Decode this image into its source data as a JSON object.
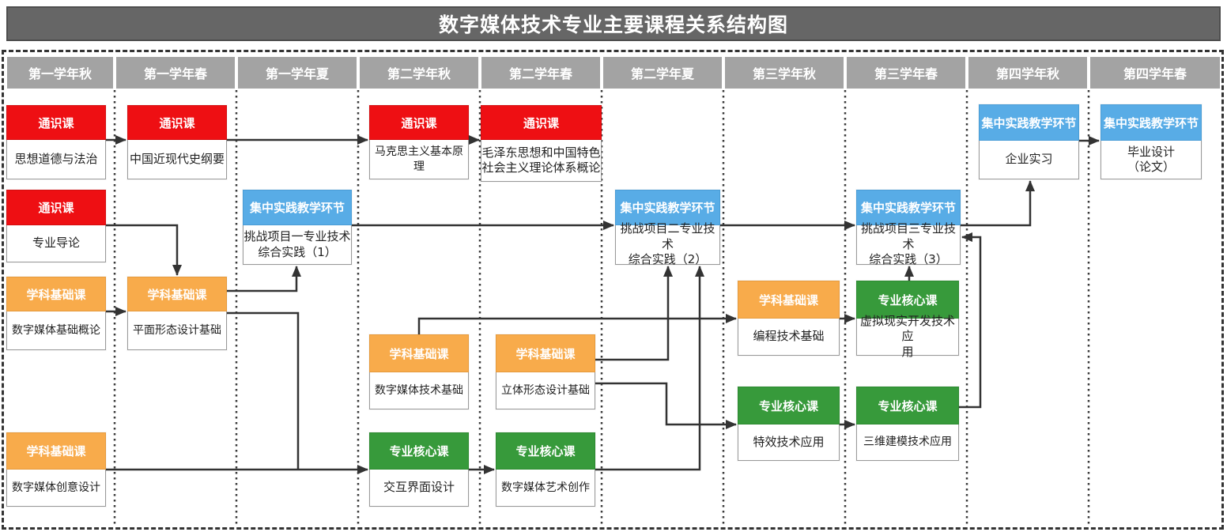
{
  "title": "数字媒体技术专业主要课程关系结构图",
  "colors": {
    "title_bar_bg": "#666666",
    "semester_header_bg": "#a3a3a3",
    "general_course": "#ee0f13",
    "foundation_course": "#f8ab4b",
    "core_course": "#379a3b",
    "practice_course": "#58ace6",
    "connector_line": "#333333"
  },
  "semesters": [
    "第一学年秋",
    "第一学年春",
    "第一学年夏",
    "第二学年秋",
    "第二学年春",
    "第二学年夏",
    "第三学年秋",
    "第三学年春",
    "第四学年秋",
    "第四学年春"
  ],
  "courses": [
    {
      "category": "general",
      "category_label": "通识课",
      "name": "思想道德与法治",
      "semester": "第一学年秋"
    },
    {
      "category": "general",
      "category_label": "通识课",
      "name": "中国近现代史纲要",
      "semester": "第一学年春"
    },
    {
      "category": "general",
      "category_label": "通识课",
      "name": "马克思主义基本原理",
      "semester": "第二学年秋"
    },
    {
      "category": "general",
      "category_label": "通识课",
      "name": "毛泽东思想和中国特色\n社会主义理论体系概论",
      "semester": "第二学年春"
    },
    {
      "category": "general",
      "category_label": "通识课",
      "name": "专业导论",
      "semester": "第一学年秋"
    },
    {
      "category": "practice",
      "category_label": "集中实践教学环节",
      "name": "挑战项目一专业技术\n综合实践（1）",
      "semester": "第一学年夏"
    },
    {
      "category": "practice",
      "category_label": "集中实践教学环节",
      "name": "挑战项目二专业技术\n综合实践（2）",
      "semester": "第二学年夏"
    },
    {
      "category": "practice",
      "category_label": "集中实践教学环节",
      "name": "挑战项目三专业技术\n综合实践（3）",
      "semester": "第三学年春"
    },
    {
      "category": "practice",
      "category_label": "集中实践教学环节",
      "name": "企业实习",
      "semester": "第四学年秋"
    },
    {
      "category": "practice",
      "category_label": "集中实践教学环节",
      "name": "毕业设计\n（论文）",
      "semester": "第四学年春"
    },
    {
      "category": "foundation",
      "category_label": "学科基础课",
      "name": "数字媒体基础概论",
      "semester": "第一学年秋"
    },
    {
      "category": "foundation",
      "category_label": "学科基础课",
      "name": "平面形态设计基础",
      "semester": "第一学年春"
    },
    {
      "category": "foundation",
      "category_label": "学科基础课",
      "name": "数字媒体技术基础",
      "semester": "第二学年秋"
    },
    {
      "category": "foundation",
      "category_label": "学科基础课",
      "name": "立体形态设计基础",
      "semester": "第二学年春"
    },
    {
      "category": "foundation",
      "category_label": "学科基础课",
      "name": "编程技术基础",
      "semester": "第三学年秋"
    },
    {
      "category": "core",
      "category_label": "专业核心课",
      "name": "虚拟现实开发技术应\n用",
      "semester": "第三学年春"
    },
    {
      "category": "core",
      "category_label": "专业核心课",
      "name": "特效技术应用",
      "semester": "第三学年秋"
    },
    {
      "category": "core",
      "category_label": "专业核心课",
      "name": "三维建模技术应用",
      "semester": "第三学年春"
    },
    {
      "category": "core",
      "category_label": "专业核心课",
      "name": "交互界面设计",
      "semester": "第二学年秋"
    },
    {
      "category": "core",
      "category_label": "专业核心课",
      "name": "数字媒体艺术创作",
      "semester": "第二学年春"
    },
    {
      "category": "foundation",
      "category_label": "学科基础课",
      "name": "数字媒体创意设计",
      "semester": "第一学年秋"
    }
  ],
  "connections": [
    {
      "from": "思想道德与法治",
      "to": "中国近现代史纲要"
    },
    {
      "from": "中国近现代史纲要",
      "to": "马克思主义基本原理"
    },
    {
      "from": "马克思主义基本原理",
      "to": "毛泽东思想和中国特色社会主义理论体系概论"
    },
    {
      "from": "专业导论",
      "to": "平面形态设计基础"
    },
    {
      "from": "数字媒体基础概论",
      "to": "平面形态设计基础"
    },
    {
      "from": "平面形态设计基础",
      "to": "挑战项目一专业技术综合实践（1）"
    },
    {
      "from": "平面形态设计基础",
      "to": "交互界面设计"
    },
    {
      "from": "数字媒体创意设计",
      "to": "交互界面设计"
    },
    {
      "from": "交互界面设计",
      "to": "数字媒体艺术创作"
    },
    {
      "from": "数字媒体艺术创作",
      "to": "挑战项目二专业技术综合实践（2）"
    },
    {
      "from": "立体形态设计基础",
      "to": "挑战项目二专业技术综合实践（2）"
    },
    {
      "from": "立体形态设计基础",
      "to": "特效技术应用"
    },
    {
      "from": "数字媒体技术基础",
      "to": "编程技术基础"
    },
    {
      "from": "挑战项目一专业技术综合实践（1）",
      "to": "挑战项目二专业技术综合实践（2）"
    },
    {
      "from": "挑战项目二专业技术综合实践（2）",
      "to": "挑战项目三专业技术综合实践（3）"
    },
    {
      "from": "挑战项目三专业技术综合实践（3）",
      "to": "企业实习"
    },
    {
      "from": "企业实习",
      "to": "毕业设计（论文）"
    },
    {
      "from": "编程技术基础",
      "to": "虚拟现实开发技术应用"
    },
    {
      "from": "特效技术应用",
      "to": "三维建模技术应用"
    },
    {
      "from": "虚拟现实开发技术应用",
      "to": "挑战项目三专业技术综合实践（3）"
    },
    {
      "from": "三维建模技术应用",
      "to": "挑战项目三专业技术综合实践（3）"
    }
  ]
}
